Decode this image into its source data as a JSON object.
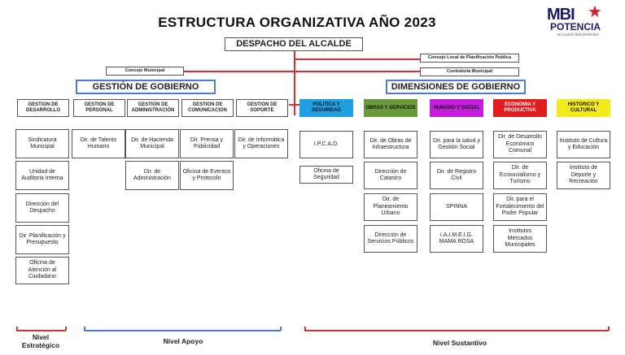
{
  "title": "ESTRUCTURA ORGANIZATIVA AÑO 2023",
  "logo": {
    "line1": "MBI",
    "line2": "POTENCIA",
    "tagline": "ALCALDÍA BOLIVARIANA"
  },
  "top": "DESPACHO DEL ALCALDE",
  "side_left": "Concejo Municipal",
  "side_right": [
    "Consejo Local de Planificación Publica",
    "Contraloria Municipal"
  ],
  "gestion": {
    "title": "GESTIÓN DE GOBIERNO",
    "columns": [
      {
        "header": "GESTION DE DESARROLLO",
        "items": [
          "Sindicatura Municipal",
          "Unidad de Auditoria Interna",
          "Dirección del Despacho",
          "Dir. Planificación y Presupuesto",
          "Oficina de Atención al Ciudadano"
        ]
      },
      {
        "header": "GESTION DE PERSONAL",
        "items": [
          "Dir. de Talento Humano"
        ]
      },
      {
        "header": "GESTION DE ADMINISTRACIÓN",
        "items": [
          "Dir. de Hacienda Municipal",
          "Dir. de Administración"
        ]
      },
      {
        "header": "GESTION DE COMUNICACION",
        "items": [
          "Dir. Prensa y Publicidad",
          "Oficina de Eventos y Protocolo"
        ]
      },
      {
        "header": "GESTION DE SOPORTE",
        "items": [
          "Dir. de Informática y Operaciones"
        ]
      }
    ]
  },
  "dimensiones": {
    "title": "DIMENSIONES DE GOBIERNO",
    "columns": [
      {
        "header": "POLITICA Y SEGURIDAD",
        "color": "#1fa0e0",
        "items": [
          "I.P.C.A.D.",
          "Oficina de Seguridad"
        ]
      },
      {
        "header": "OBRAS Y SERVICIOS",
        "color": "#6a9a3a",
        "items": [
          "Dir. de Obras de Infraestructura",
          "Dirección de Catastro",
          "Dir. de Planeamiento Urbano",
          "Dirección de Servicios Públicos"
        ]
      },
      {
        "header": "HUMANO Y SOCIAL",
        "color": "#c21fd6",
        "items": [
          "Dir. para la salud y Gestión Social",
          "Dir. de Registro Civil",
          "SPINNA",
          "I.A.I.M.E.I.G. MAMA ROSA"
        ]
      },
      {
        "header": "ECONOMIA Y PRODUCTIVA",
        "color": "#e01d1d",
        "items": [
          "Dir. de Desarrollo Económico Comunal",
          "Dir. de Ecosocialismo y Turismo",
          "Dir. para el Fortalecimiento del Poder Popular",
          "Institutos Mercados Municipales"
        ]
      },
      {
        "header": "HISTORICO Y CULTURAL",
        "color": "#f2ea1a",
        "items": [
          "Instituto de Cultura y Educación",
          "Instituto de Deporte y Recreación"
        ]
      }
    ]
  },
  "niveles": [
    "Nivel Estratégico",
    "Nivel Apoyo",
    "Nivel Sustantivo"
  ]
}
